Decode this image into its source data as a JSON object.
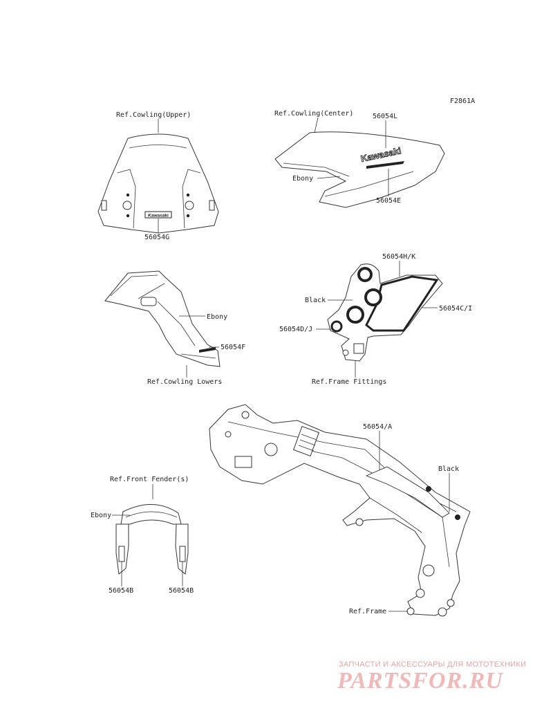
{
  "diagram": {
    "code": "F2861A",
    "labels": {
      "cowling_upper": "Ref.Cowling(Upper)",
      "cowling_center": "Ref.Cowling(Center)",
      "p_56054L": "56054L",
      "ebony_center": "Ebony",
      "p_56054E": "56054E",
      "p_56054G": "56054G",
      "p_56054HK": "56054H/K",
      "black_fitting": "Black",
      "p_56054CI": "56054C/I",
      "p_56054DJ": "56054D/J",
      "frame_fittings": "Ref.Frame Fittings",
      "ebony_lowers": "Ebony",
      "p_56054F": "56054F",
      "cowling_lowers": "Ref.Cowling Lowers",
      "p_56054A": "56054/A",
      "black_frame": "Black",
      "front_fender": "Ref.Front Fender(s)",
      "ebony_fender": "Ebony",
      "p_56054B_left": "56054B",
      "p_56054B_right": "56054B",
      "frame": "Ref.Frame"
    },
    "decal_text": {
      "brand": "Kawasaki"
    }
  },
  "watermark": {
    "tagline": "ЗАПЧАСТИ И АКСЕССУАРЫ ДЛЯ МОТОТЕХНИКИ",
    "logo": "PARTSFOR.RU",
    "color": "#e8a0a0"
  }
}
